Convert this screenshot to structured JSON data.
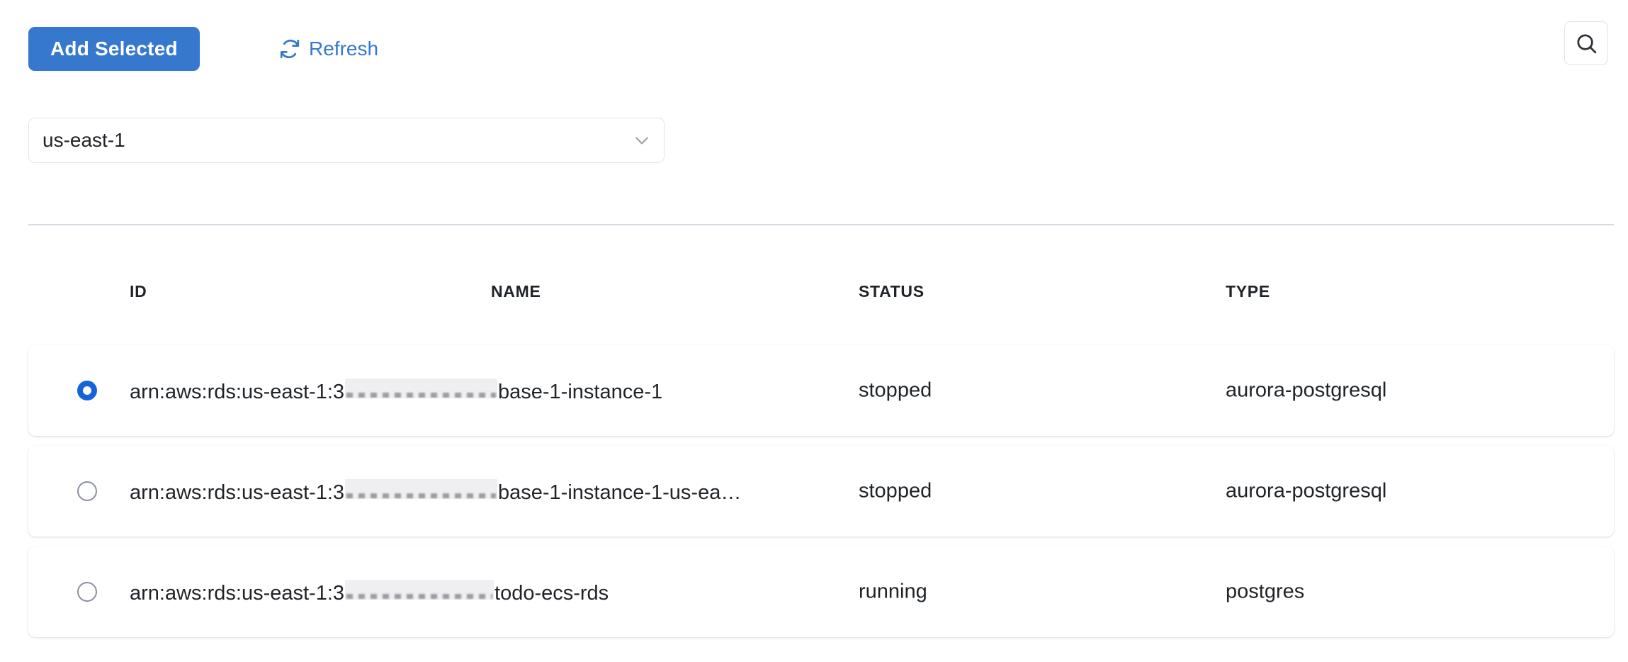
{
  "toolbar": {
    "add_selected_label": "Add Selected",
    "refresh_label": "Refresh",
    "refresh_icon": "refresh-icon",
    "search_icon": "search-icon"
  },
  "region": {
    "selected": "us-east-1",
    "chevron_icon": "chevron-down-icon"
  },
  "table": {
    "columns": [
      "ID",
      "NAME",
      "STATUS",
      "TYPE"
    ],
    "rows": [
      {
        "selected": true,
        "id_prefix": "arn:aws:rds:us-east-1:3",
        "id_redacted_width": 215,
        "id_suffix": "base-1-instance-1",
        "status": "stopped",
        "type": "aurora-postgresql"
      },
      {
        "selected": false,
        "id_prefix": "arn:aws:rds:us-east-1:3",
        "id_redacted_width": 215,
        "id_suffix": "base-1-instance-1-us-ea…",
        "status": "stopped",
        "type": "aurora-postgresql"
      },
      {
        "selected": false,
        "id_prefix": "arn:aws:rds:us-east-1:3",
        "id_redacted_width": 210,
        "id_suffix": "todo-ecs-rds",
        "status": "running",
        "type": "postgres"
      }
    ]
  },
  "colors": {
    "accent": "#3578cd",
    "radio_selected": "#1565d8",
    "text": "#1f2328",
    "divider": "#d7dae3",
    "redaction": "#efeff1"
  }
}
